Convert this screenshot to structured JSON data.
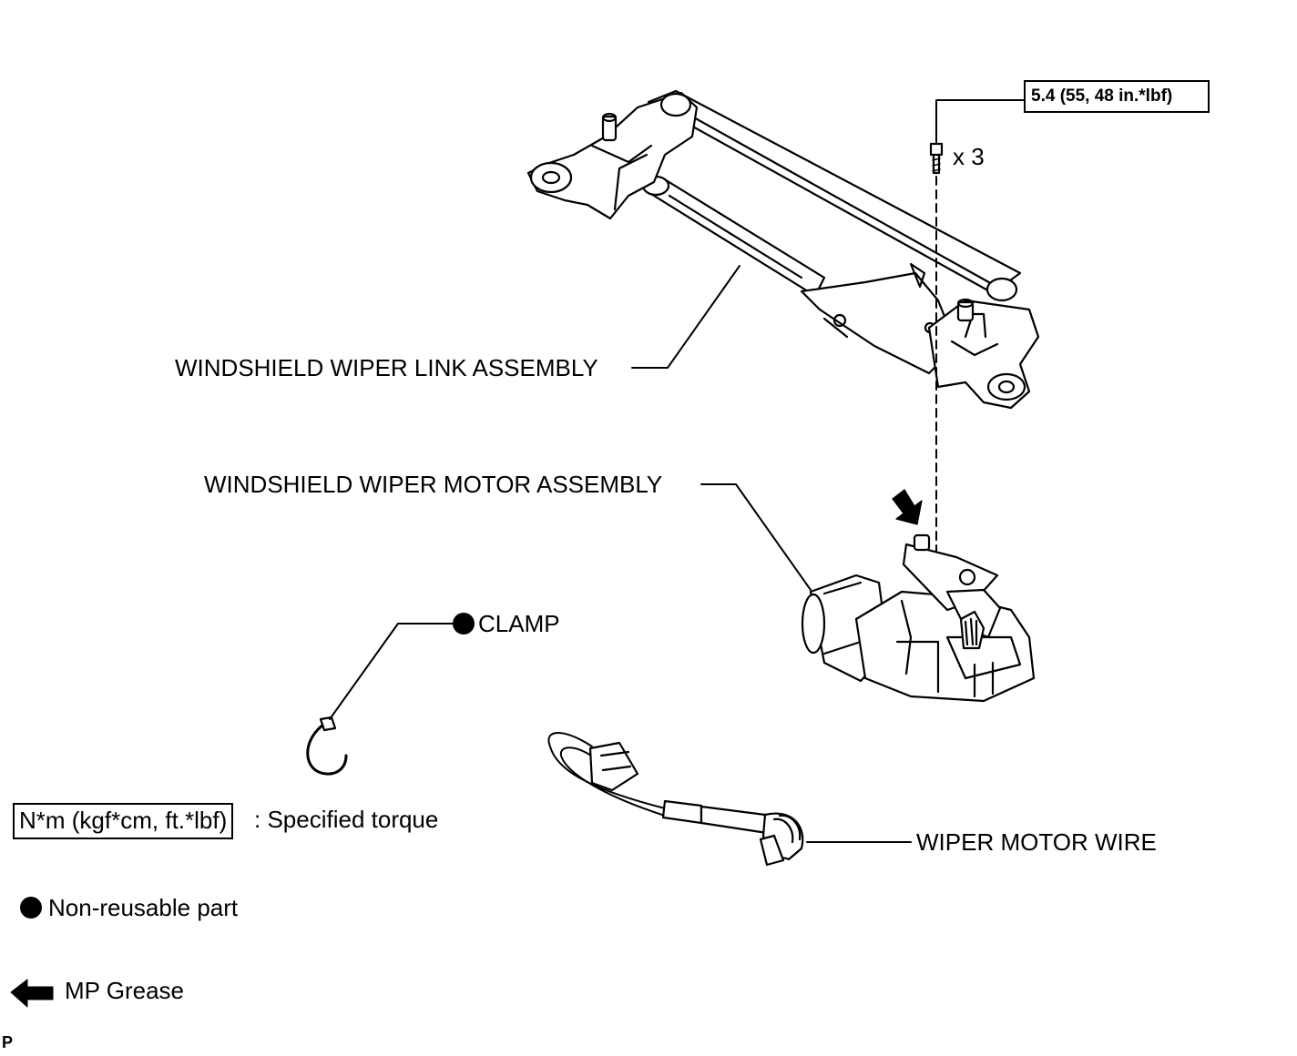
{
  "labels": {
    "torque_spec": "5.4 (55, 48 in.*lbf)",
    "bolt_qty": "x 3",
    "link_assembly": "WINDSHIELD WIPER LINK ASSEMBLY",
    "motor_assembly": "WINDSHIELD WIPER MOTOR ASSEMBLY",
    "clamp": "CLAMP",
    "wire": "WIPER MOTOR WIRE"
  },
  "legend": {
    "torque_units": "N*m (kgf*cm, ft.*lbf)",
    "torque_desc": ": Specified torque",
    "non_reusable": "Non-reusable part",
    "grease": "MP Grease"
  },
  "corner_mark": "P",
  "icons": [
    "bolt-icon",
    "non-reusable-dot-icon",
    "grease-arrow-icon"
  ]
}
